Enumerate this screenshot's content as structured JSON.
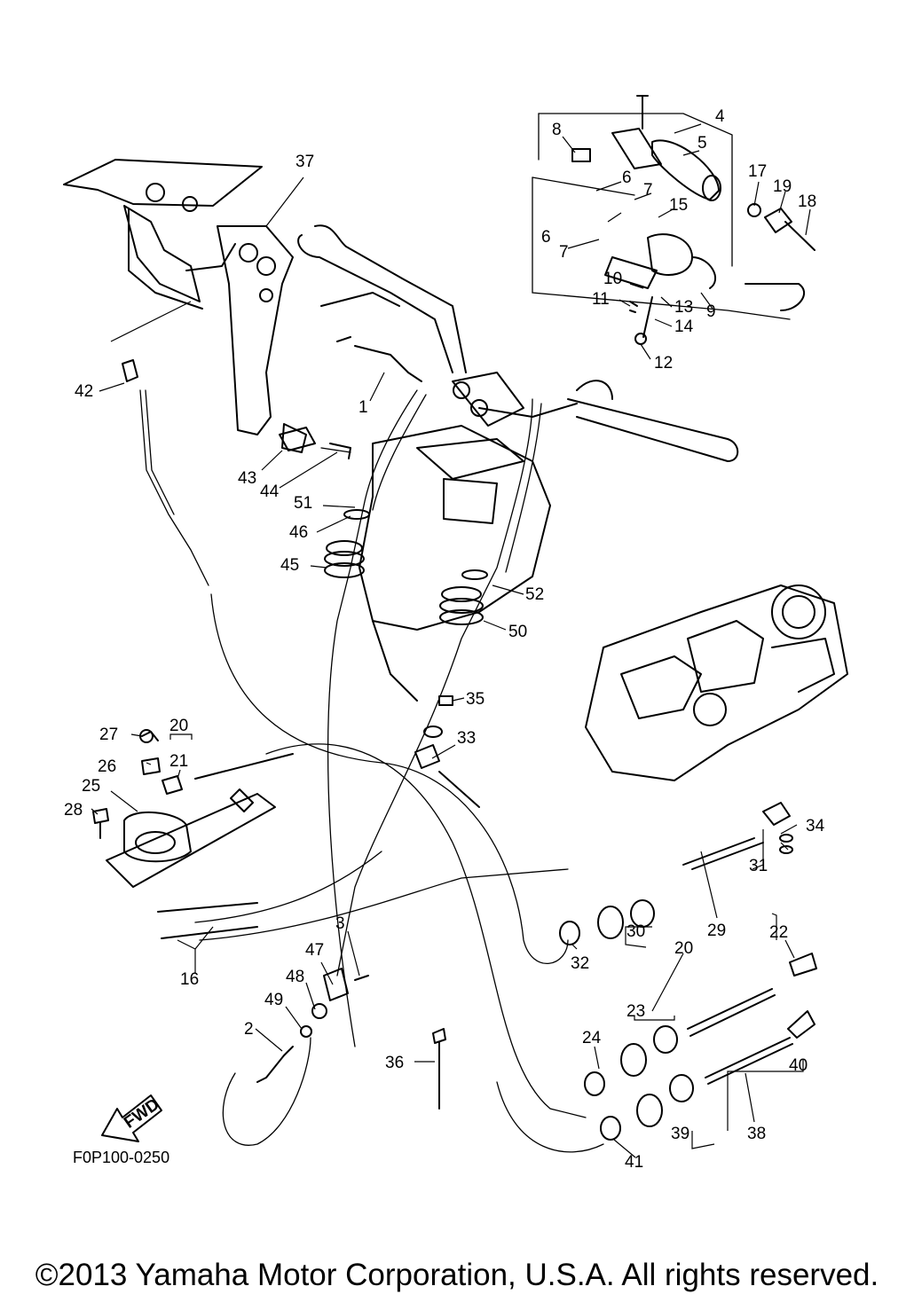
{
  "diagram_code": "F0P100-0250",
  "fwd_label": "FWD",
  "copyright": "©2013 Yamaha Motor Corporation, U.S.A. All rights reserved.",
  "callouts": [
    "1",
    "2",
    "3",
    "4",
    "5",
    "6",
    "6",
    "7",
    "7",
    "8",
    "9",
    "10",
    "11",
    "12",
    "13",
    "14",
    "15",
    "16",
    "17",
    "18",
    "19",
    "20",
    "20",
    "21",
    "22",
    "23",
    "24",
    "25",
    "26",
    "27",
    "28",
    "29",
    "30",
    "31",
    "32",
    "33",
    "34",
    "35",
    "36",
    "37",
    "38",
    "39",
    "40",
    "41",
    "42",
    "43",
    "44",
    "45",
    "46",
    "47",
    "48",
    "49",
    "50",
    "51",
    "52"
  ]
}
